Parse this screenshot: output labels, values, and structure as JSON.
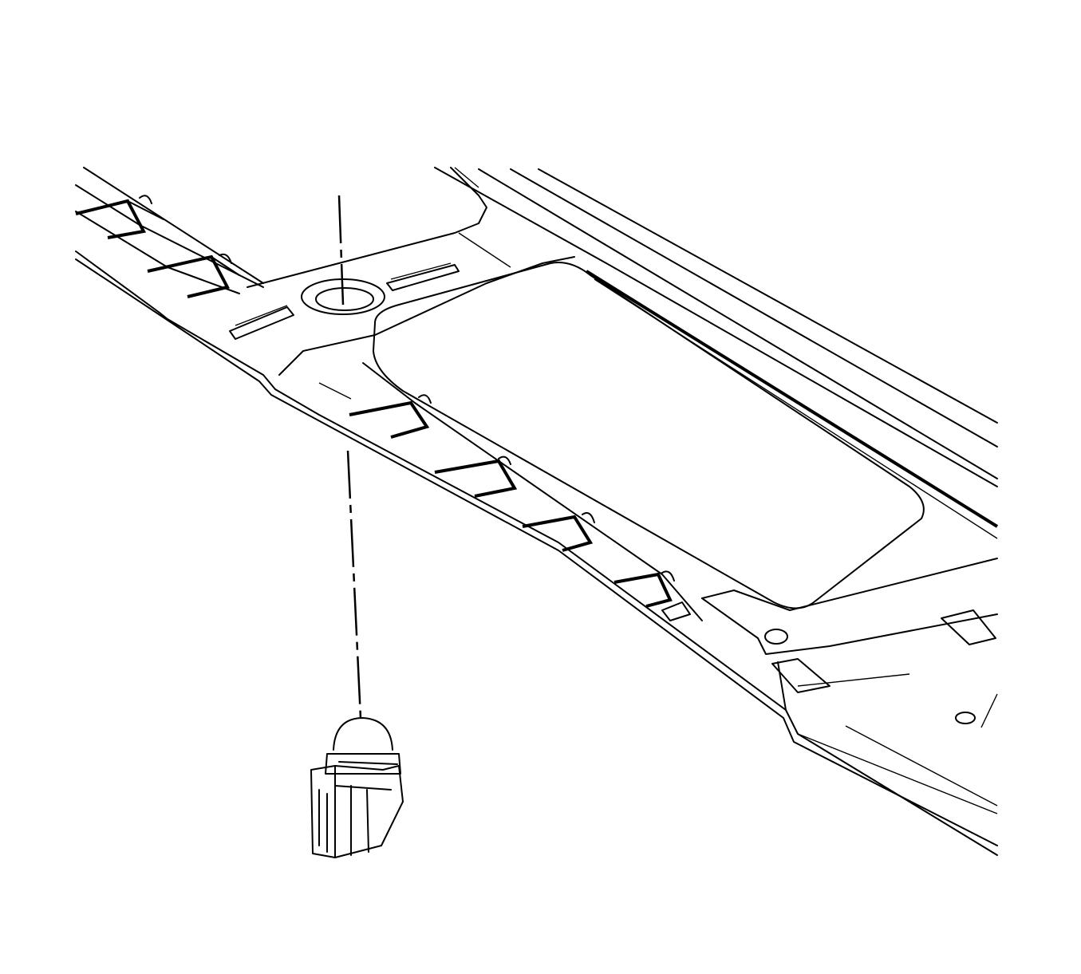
{
  "diagram": {
    "type": "exploded-view line drawing",
    "line_color": "#000000",
    "background_color": "#ffffff",
    "components": [
      "roof-panel-with-sunroof-opening",
      "mounting-hole",
      "electrical-connector-sensor"
    ]
  }
}
